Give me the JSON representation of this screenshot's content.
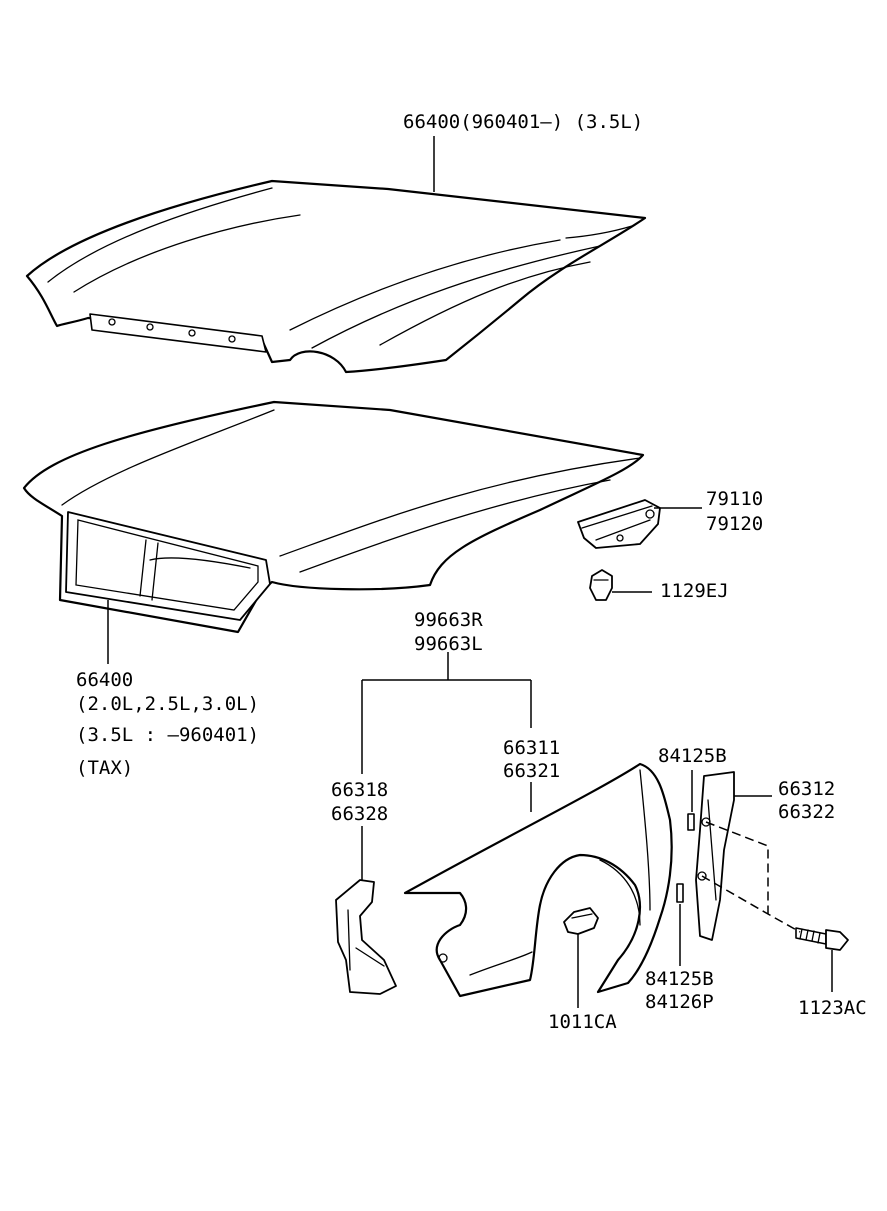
{
  "labels": {
    "hood_35l": "66400(960401–) (3.5L)",
    "hood_std_part": "66400",
    "hood_std_note1": "(2.0L,2.5L,3.0L)",
    "hood_std_note2": "(3.5L : –960401)",
    "hood_std_note3": "(TAX)",
    "hinge_1": "79110",
    "hinge_2": "79120",
    "bolt_hinge": "1129EJ",
    "fender_group_1": "99663R",
    "fender_group_2": "99663L",
    "fender_1": "66311",
    "fender_2": "66321",
    "bracket_left_1": "66318",
    "bracket_left_2": "66328",
    "clip_top": "84125B",
    "clip_bottom_1": "84125B",
    "clip_bottom_2": "84126P",
    "bracket_right_1": "66312",
    "bracket_right_2": "66322",
    "bolt_fender": "1011CA",
    "bolt_bracket": "1123AC"
  },
  "icons": [
    "hood-3.5l-icon",
    "hood-standard-icon",
    "hood-hinge-icon",
    "hinge-bolt-icon",
    "fender-icon",
    "front-bracket-icon",
    "rear-bracket-icon",
    "clip-icon",
    "fender-bolt-icon",
    "bracket-bolt-icon"
  ]
}
